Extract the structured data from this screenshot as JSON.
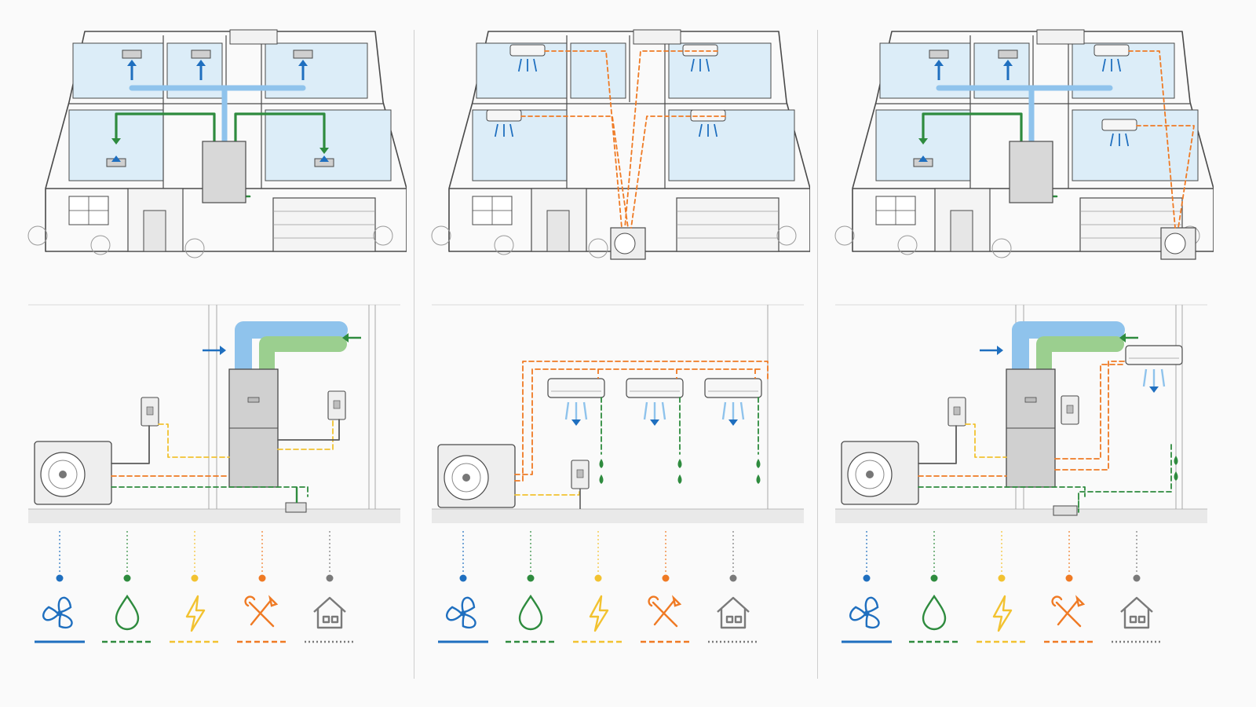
{
  "colors": {
    "background": "#fafafa",
    "line": "#4a4a4a",
    "room_fill": "#dcedf8",
    "supply_blue": "#1f6fbf",
    "duct_blue": "#8fc3ec",
    "return_green": "#2e8b3e",
    "duct_green": "#9bcf8f",
    "power_yellow": "#f2c230",
    "refrigerant_orange": "#ef7a24",
    "structure_gray": "#7a7a7a"
  },
  "panels": [
    {
      "id": "ducted-central-system",
      "house_view": "ducted",
      "mechanical_view": "furnace-with-condenser"
    },
    {
      "id": "ductless-mini-split-system",
      "house_view": "ductless",
      "mechanical_view": "mini-split-heads"
    },
    {
      "id": "hybrid-system",
      "house_view": "hybrid",
      "mechanical_view": "furnace-plus-mini-split"
    }
  ],
  "legend": [
    {
      "icon": "fan-icon",
      "color": "#1f6fbf",
      "line": "solid"
    },
    {
      "icon": "water-drop-icon",
      "color": "#2e8b3e",
      "line": "dashed"
    },
    {
      "icon": "lightning-bolt-icon",
      "color": "#f2c230",
      "line": "dashed"
    },
    {
      "icon": "wrench-screwdriver-icon",
      "color": "#ef7a24",
      "line": "dashed"
    },
    {
      "icon": "house-icon",
      "color": "#7a7a7a",
      "line": "dotted"
    }
  ]
}
